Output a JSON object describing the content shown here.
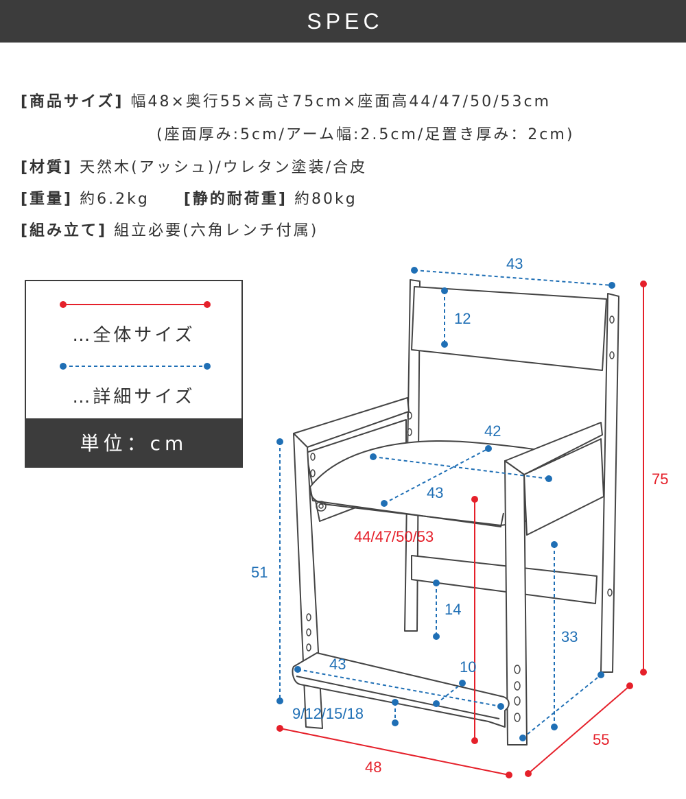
{
  "header": {
    "title": "SPEC"
  },
  "spec": {
    "size_label": "[商品サイズ]",
    "size_value": "幅48×奥行55×高さ75cm×座面高44/47/50/53cm",
    "size_value2": "(座面厚み:5cm/アーム幅:2.5cm/足置き厚み：2cm)",
    "material_label": "[材質]",
    "material_value": "天然木(アッシュ)/ウレタン塗装/合皮",
    "weight_label": "[重量]",
    "weight_value": "約6.2kg",
    "load_label": "[静的耐荷重]",
    "load_value": "約80kg",
    "assembly_label": "[組み立て]",
    "assembly_value": "組立必要(六角レンチ付属)"
  },
  "legend": {
    "overall_label": "…全体サイズ",
    "detail_label": "…詳細サイズ",
    "unit_label": "単位：cm"
  },
  "colors": {
    "overall": "#e5202a",
    "detail": "#1f6fb5",
    "header_bg": "#3c3c3c"
  },
  "dimensions": {
    "backrest_width": "43",
    "backrest_height": "12",
    "seat_width": "42",
    "seat_depth": "43",
    "seat_height": "44/47/50/53",
    "armrest_height": "51",
    "stretcher_height": "14",
    "front_leg_height": "33",
    "footrest_width": "43",
    "footrest_depth": "10",
    "footrest_height": "9/12/15/18",
    "total_width": "48",
    "total_depth": "55",
    "total_height": "75"
  }
}
